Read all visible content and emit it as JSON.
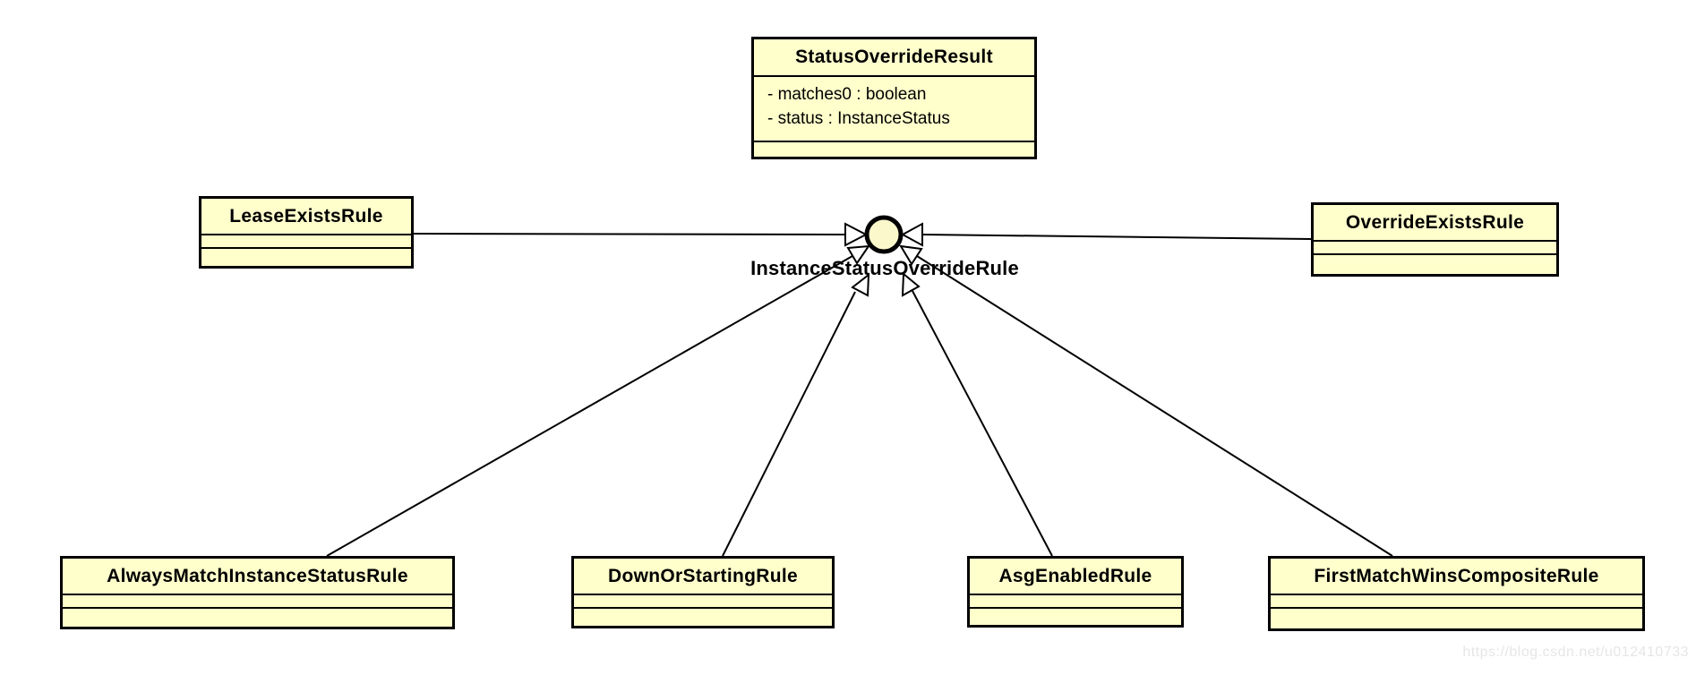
{
  "diagram": {
    "interface": {
      "name": "InstanceStatusOverrideRule"
    },
    "nodes": {
      "statusOverrideResult": {
        "name": "StatusOverrideResult",
        "attributes": [
          "- matches0 : boolean",
          "- status : InstanceStatus"
        ]
      },
      "leaseExistsRule": {
        "name": "LeaseExistsRule"
      },
      "overrideExistsRule": {
        "name": "OverrideExistsRule"
      },
      "alwaysMatchInstanceStatusRule": {
        "name": "AlwaysMatchInstanceStatusRule"
      },
      "downOrStartingRule": {
        "name": "DownOrStartingRule"
      },
      "asgEnabledRule": {
        "name": "AsgEnabledRule"
      },
      "firstMatchWinsCompositeRule": {
        "name": "FirstMatchWinsCompositeRule"
      }
    },
    "relationships": [
      {
        "from": "LeaseExistsRule",
        "to": "InstanceStatusOverrideRule",
        "type": "realization"
      },
      {
        "from": "OverrideExistsRule",
        "to": "InstanceStatusOverrideRule",
        "type": "realization"
      },
      {
        "from": "AlwaysMatchInstanceStatusRule",
        "to": "InstanceStatusOverrideRule",
        "type": "realization"
      },
      {
        "from": "DownOrStartingRule",
        "to": "InstanceStatusOverrideRule",
        "type": "realization"
      },
      {
        "from": "AsgEnabledRule",
        "to": "InstanceStatusOverrideRule",
        "type": "realization"
      },
      {
        "from": "FirstMatchWinsCompositeRule",
        "to": "InstanceStatusOverrideRule",
        "type": "realization"
      }
    ],
    "watermark": "https://blog.csdn.net/u012410733",
    "colors": {
      "node_fill": "#FFFFCC",
      "node_border": "#000000",
      "connector": "#000000",
      "arrowhead_fill": "#FFFFFF",
      "lollipop_fill": "#FBF8CC",
      "watermark_color": "#E6E6E6",
      "background": "#FFFFFF"
    }
  }
}
